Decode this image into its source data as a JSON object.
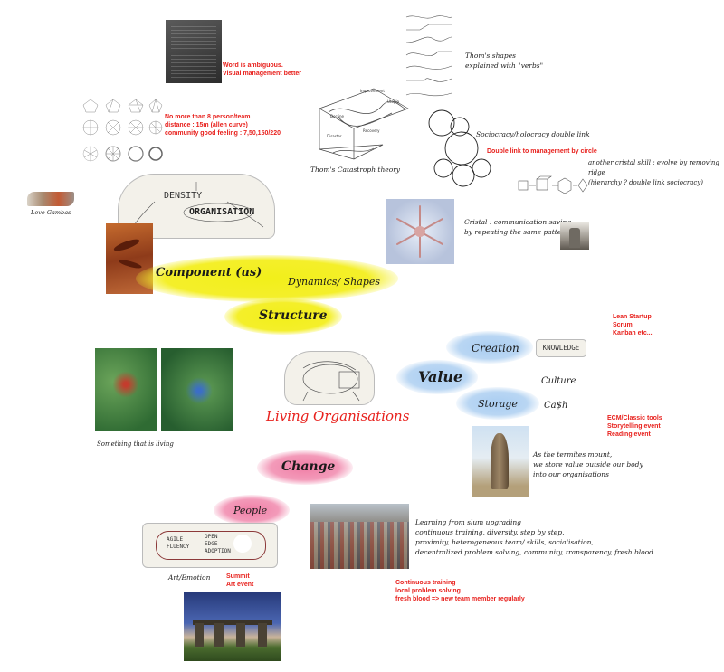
{
  "texts": {
    "word_ambiguous": [
      "Word is ambiguous.",
      "Visual management better"
    ],
    "team_size": [
      "No more than 8 person/team",
      "distance : 15m (allen curve)",
      "community good feeling : 7,50,150/220"
    ],
    "thom_shapes": [
      "Thom's shapes",
      "explained with \"verbs\""
    ],
    "thom_catastroph": "Thom's Catastroph theory",
    "sociocracy": "Sociocracy/holocracy double link",
    "double_link": "Double link to management by circle",
    "cristal_skill": [
      "another cristal skill : evolve by removing ridge",
      "(hierarchy ? double link sociocracy)"
    ],
    "love_gambas": "Love Gambas",
    "cristal_comm": [
      "Cristal : communication saving",
      "by repeating the same pattern."
    ],
    "component": "Component (us)",
    "dynamics": "Dynamics/ Shapes",
    "structure": "Structure",
    "lean": [
      "Lean Startup",
      "Scrum",
      "Kanban etc..."
    ],
    "creation": "Creation",
    "knowledge": "KNOWLEDGE",
    "value": "Value",
    "culture": "Culture",
    "storage": "Storage",
    "cash": "Ca$h",
    "living_org": "Living Organisations",
    "something_living": "Something that is living",
    "ecm": [
      "ECM/Classic tools",
      "Storytelling event",
      "Reading event"
    ],
    "termites": [
      "As the termites mount,",
      "we store value outside our body",
      "into our organisations"
    ],
    "change": "Change",
    "people": "People",
    "slum": [
      "Learning from slum upgrading",
      "continuous training, diversity, step by step,",
      "proximity, heterogeneous team/ skills, socialisation,",
      "decentralized problem solving, community, transparency, fresh blood"
    ],
    "art_emotion": "Art/Emotion",
    "summit": [
      "Summit",
      "Art event"
    ],
    "continuous": [
      "Continuous training",
      "local problem solving",
      "fresh blood => new team member regularly"
    ],
    "sketch_density": "DENSITY",
    "sketch_org": "ORGANISATION",
    "sketch_agile": [
      "AGILE",
      "FLUENCY"
    ],
    "sketch_open": [
      "OPEN",
      "EDGE",
      "ADOPTION"
    ],
    "catastroph_labels": [
      "Improvement",
      "Utopia",
      "Decline",
      "Disaster",
      "Recovery"
    ]
  },
  "colors": {
    "red": "#e8211d",
    "yellow_highlight": "#f2ef1a",
    "blue_highlight": "#a9cdf2",
    "pink_highlight": "#f07ea6",
    "living_org_text": "#e8211d"
  }
}
